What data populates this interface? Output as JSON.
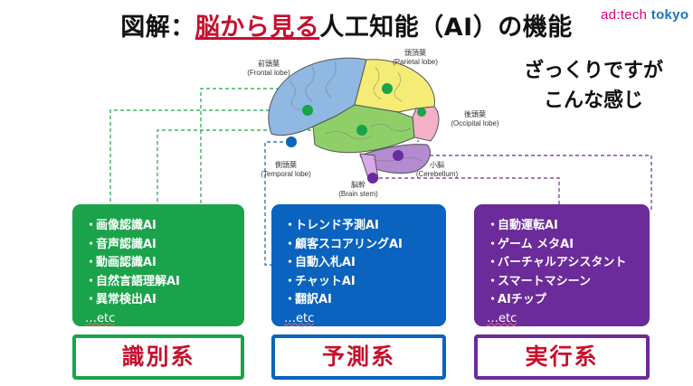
{
  "title": {
    "prefix": "図解：",
    "highlight": "脳から見る",
    "suffix": "人工知能（AI）の機能"
  },
  "logo": {
    "adtech": "ad:tech",
    "tokyo": "tokyo"
  },
  "remark": {
    "line1": "ざっくりですが",
    "line2": "こんな感じ"
  },
  "brain_labels": {
    "frontal": {
      "jp": "前頭葉",
      "en": "(Frontal lobe)"
    },
    "parietal": {
      "jp": "頭頂葉",
      "en": "(Parietal lobe)"
    },
    "occipital": {
      "jp": "後頭葉",
      "en": "(Occipital lobe)"
    },
    "temporal": {
      "jp": "側頭葉",
      "en": "(Temporal lobe)"
    },
    "cerebellum": {
      "jp": "小脳",
      "en": "(Cerebellum)"
    },
    "brainstem": {
      "jp": "脳幹",
      "en": "(Brain stem)"
    }
  },
  "boxes": [
    {
      "color": "#1aa34a",
      "items": [
        "画像認識AI",
        "音声認識AI",
        "動画認識AI",
        "自然言語理解AI",
        "異常検出AI"
      ],
      "etc": "…etc",
      "category": "識別系"
    },
    {
      "color": "#0a63be",
      "items": [
        "トレンド予測AI",
        "顧客スコアリングAI",
        "自動入札AI",
        "チャットAI",
        "翻訳AI"
      ],
      "etc": "…etc",
      "category": "予測系"
    },
    {
      "color": "#6b2b9a",
      "items": [
        "自動運転AI",
        "ゲーム メタAI",
        "バーチャルアシスタント",
        "スマートマシーン",
        "AIチップ"
      ],
      "etc": "…etc",
      "category": "実行系"
    }
  ],
  "colors": {
    "green": "#1aa34a",
    "blue": "#0a63be",
    "purple": "#6b2b9a",
    "red": "#c8102e",
    "frontal_lobe": "#8fb8e2",
    "parietal_lobe": "#f4ec74",
    "occipital_lobe": "#f4b0c4",
    "temporal_lobe": "#8fcf68",
    "cerebellum": "#b48ad0"
  }
}
